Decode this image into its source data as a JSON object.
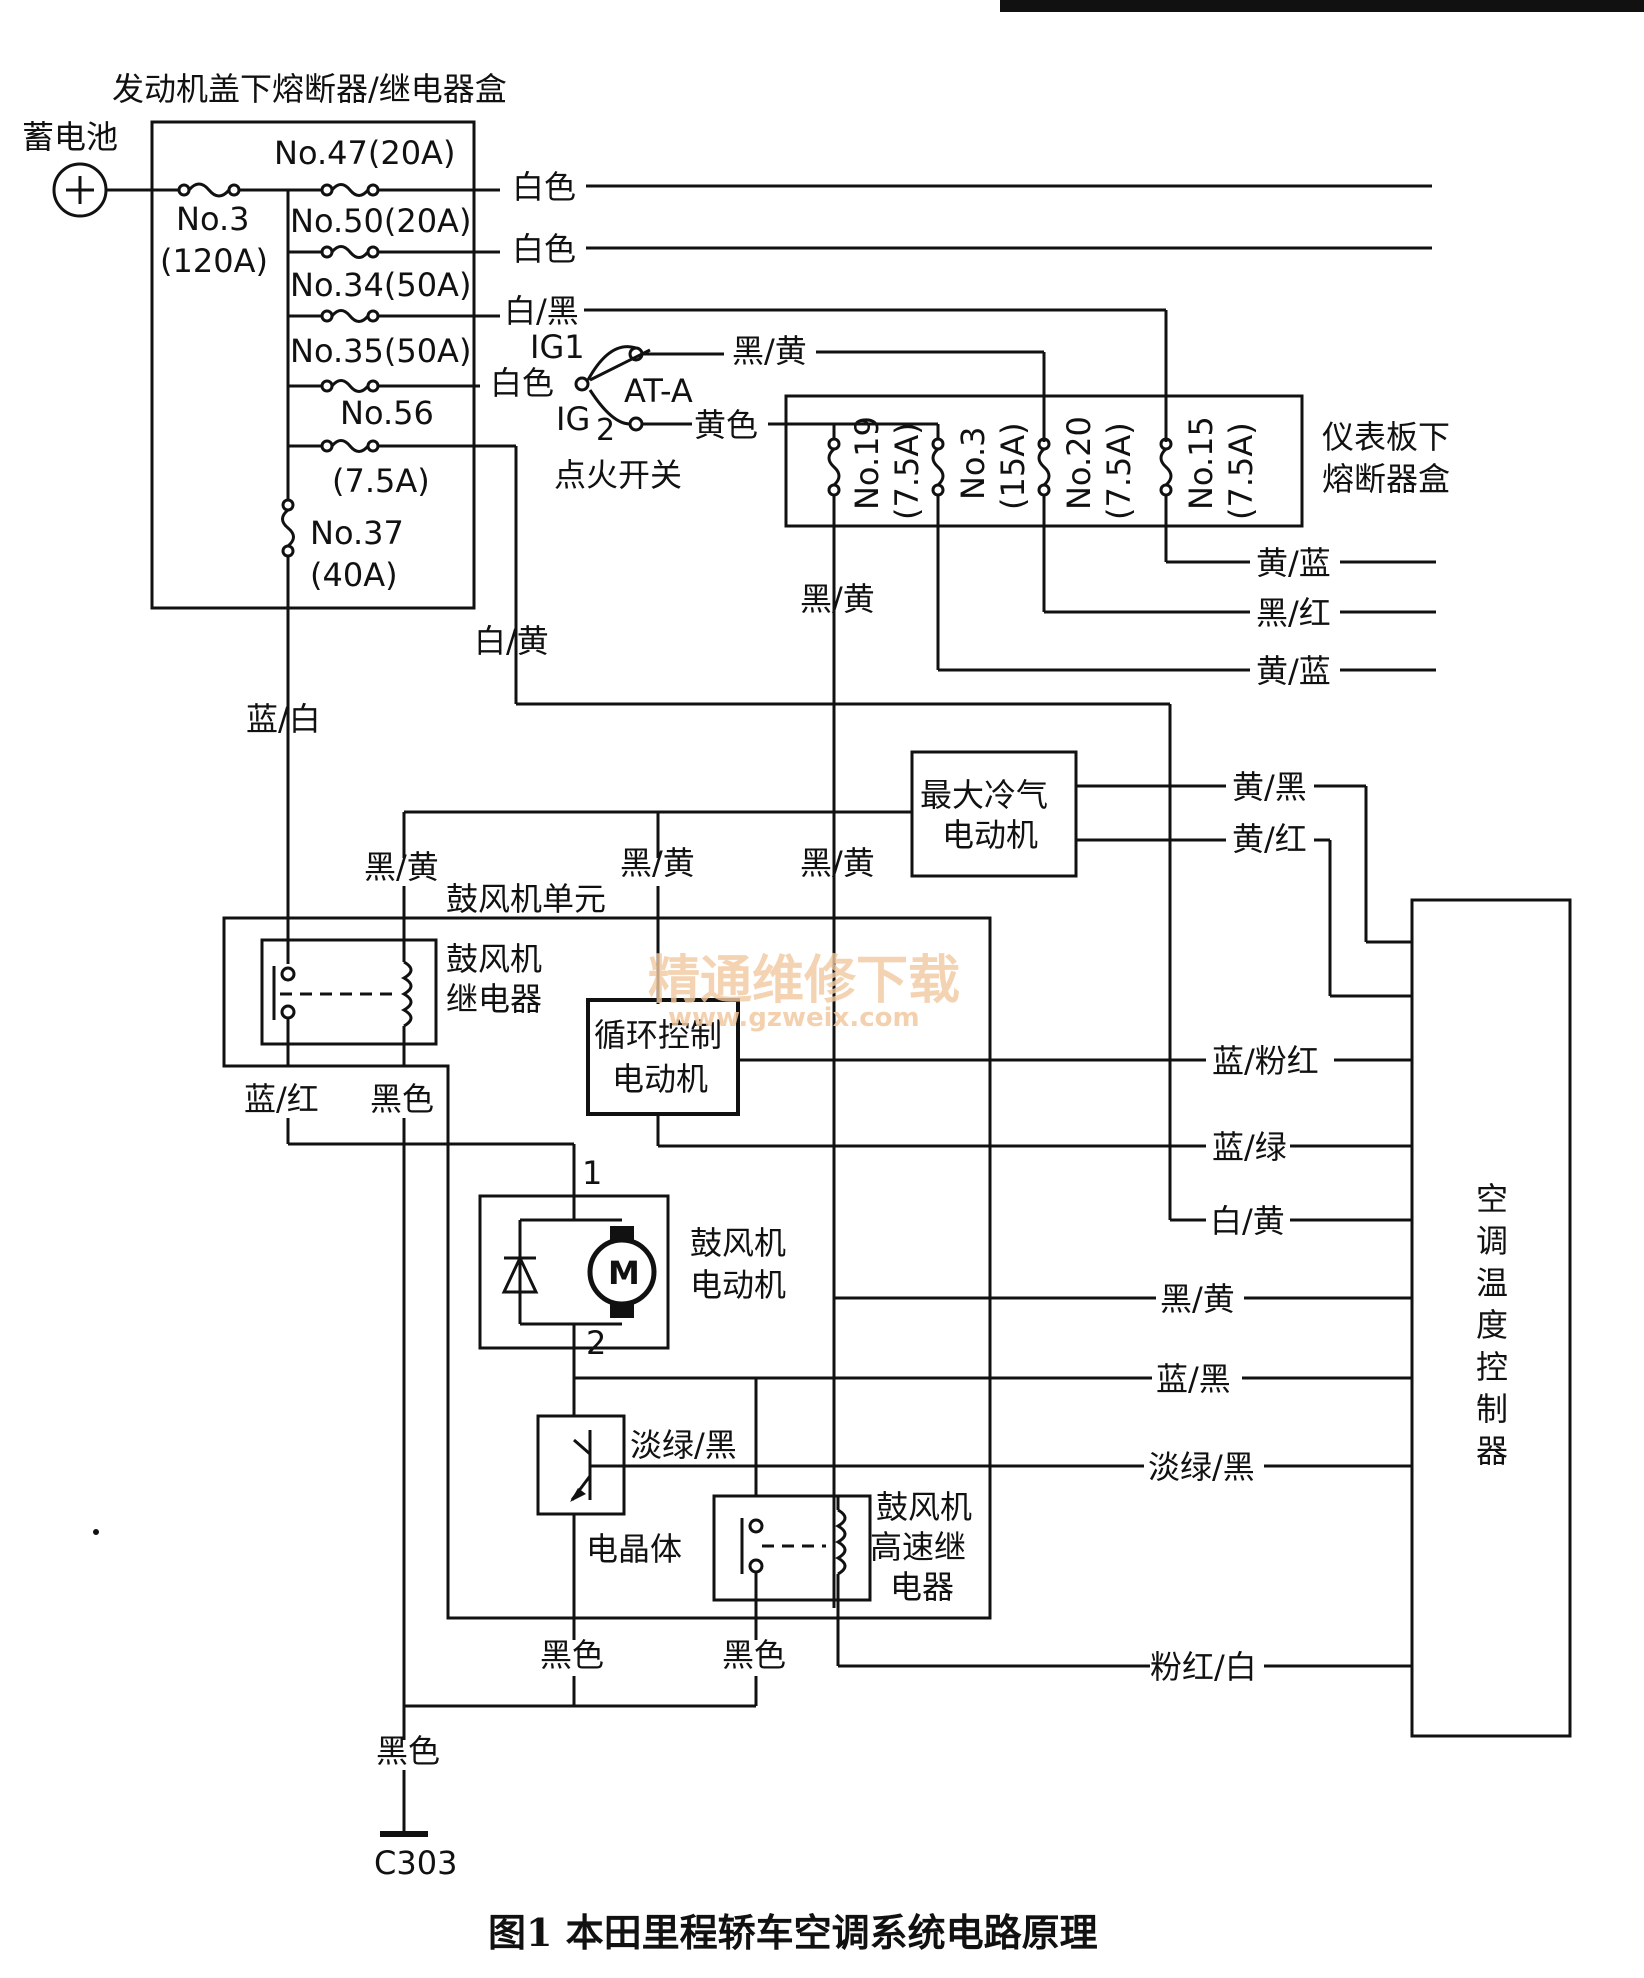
{
  "fuse_box": {
    "title": "发动机盖下熔断器/继电器盒",
    "battery": "蓄电池",
    "main_fuse": {
      "name": "No.3",
      "rating": "(120A)"
    },
    "fuses": [
      {
        "label": "No.47(20A)"
      },
      {
        "label": "No.50(20A)"
      },
      {
        "label": "No.34(50A)"
      },
      {
        "label": "No.35(50A)"
      },
      {
        "label": "No.56"
      },
      {
        "label": "(7.5A)"
      }
    ],
    "fuse37": {
      "name": "No.37",
      "rating": "(40A)"
    }
  },
  "wires": {
    "white1": "白色",
    "white2": "白色",
    "white_black": "白/黑",
    "white3": "白色",
    "black_yellow_ig": "黑/黄",
    "yellow": "黄色",
    "white_yellow_top": "白/黄",
    "blue_white": "蓝/白",
    "black_yellow_mid": "黑/黄",
    "black_yellow_left": "黑/黄",
    "black_yellow_center": "黑/黄",
    "black_yellow_right": "黑/黄",
    "blue_red": "蓝/红",
    "black_relay": "黑色",
    "black_tr": "黑色",
    "black_hr": "黑色",
    "black_ground": "黑色",
    "light_green_black_tr": "淡绿/黑"
  },
  "ignition": {
    "ig1": "IG1",
    "ig2": "IG",
    "ig2_sub": "2",
    "ata": "AT-A",
    "name": "点火开关"
  },
  "dash_fuse_box": {
    "title_line1": "仪表板下",
    "title_line2": "熔断器盒",
    "fuses": [
      {
        "name": "No.19",
        "rating": "(7.5A)"
      },
      {
        "name": "No.3",
        "rating": "(15A)"
      },
      {
        "name": "No.20",
        "rating": "(7.5A)"
      },
      {
        "name": "No.15",
        "rating": "(7.5A)"
      }
    ],
    "outputs": [
      "黄/蓝",
      "黑/红",
      "黄/蓝"
    ]
  },
  "max_cool_motor": {
    "line1": "最大冷气",
    "line2": "电动机"
  },
  "blower_unit": {
    "title": "鼓风机单元",
    "relay_line1": "鼓风机",
    "relay_line2": "继电器",
    "recirc_line1": "循环控制",
    "recirc_line2": "电动机",
    "motor_line1": "鼓风机",
    "motor_line2": "电动机",
    "motor_symbol": "M",
    "pin1": "1",
    "pin2": "2",
    "transistor": "电晶体",
    "high_relay_line1": "鼓风机",
    "high_relay_line2": "高速继",
    "high_relay_line3": "电器"
  },
  "controller": {
    "name": [
      "空",
      "调",
      "温",
      "度",
      "控",
      "制",
      "器"
    ],
    "inputs": [
      "黄/黑",
      "黄/红",
      "蓝/粉红",
      "蓝/绿",
      "白/黄",
      "黑/黄",
      "蓝/黑",
      "淡绿/黑",
      "粉红/白"
    ]
  },
  "ground": "C303",
  "watermark": {
    "cn": "精通维修下载",
    "url": "www.gzweix.com"
  },
  "caption": "图1   本田里程轿车空调系统电路原理"
}
